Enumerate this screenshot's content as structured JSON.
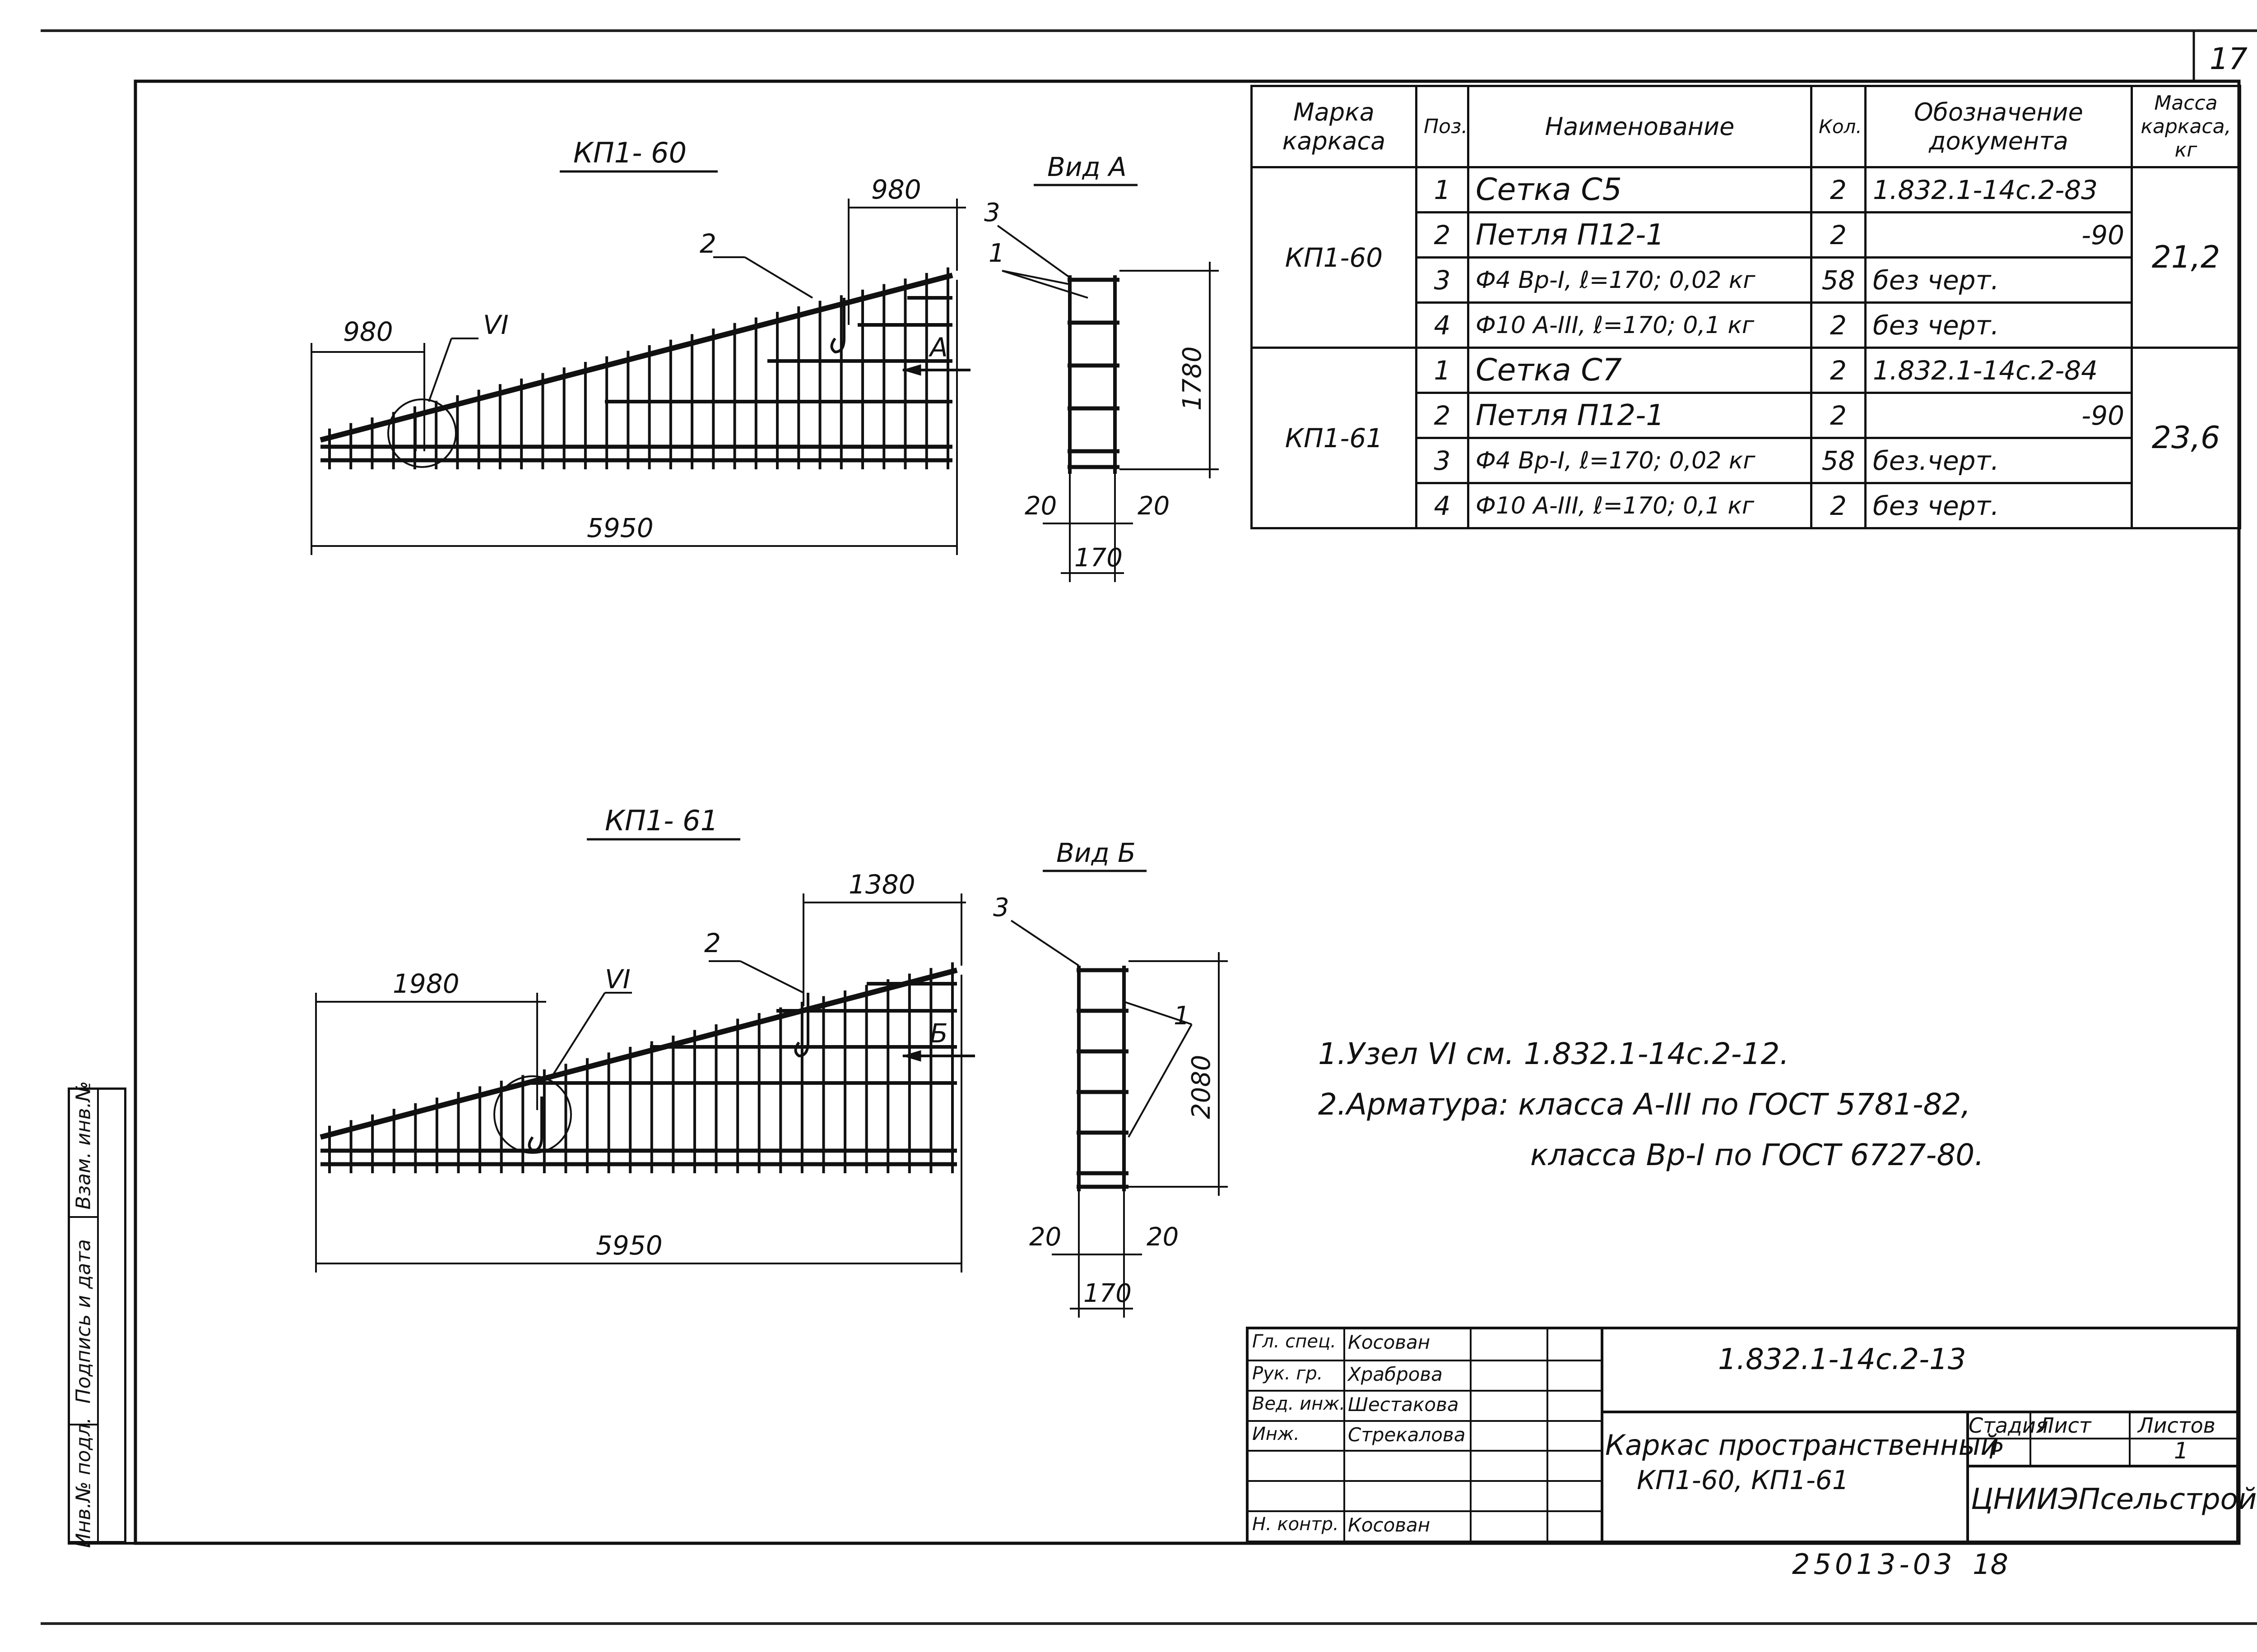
{
  "sheet_number": "17",
  "views": {
    "kp160": {
      "title": "КП1- 60",
      "dim_top": "980",
      "dim_left": "980",
      "dim_length": "5950",
      "node": "VI",
      "pos2": "2",
      "arrow": "А"
    },
    "vidA": {
      "title": "Вид А",
      "pos3": "3",
      "pos1": "1",
      "height": "1780",
      "left_gap": "20",
      "right_gap": "20",
      "width": "170"
    },
    "kp161": {
      "title": "КП1- 61",
      "dim_top": "1380",
      "dim_left": "1980",
      "dim_length": "5950",
      "node": "VI",
      "pos2": "2",
      "arrow": "Б"
    },
    "vidB": {
      "title": "Вид Б",
      "pos3": "3",
      "pos1": "1",
      "height": "2080",
      "left_gap": "20",
      "right_gap": "20",
      "width": "170"
    }
  },
  "spec_table": {
    "headers": [
      "Марка каркаса",
      "Поз.",
      "Наименование",
      "Кол.",
      "Обозначение документа",
      "Масса каркаса, кг"
    ],
    "groups": [
      {
        "mark": "КП1-60",
        "mass": "21,2",
        "rows": [
          {
            "pos": "1",
            "name": "Сетка С5",
            "qty": "2",
            "doc": "1.832.1-14с.2-83"
          },
          {
            "pos": "2",
            "name": "Петля П12-1",
            "qty": "2",
            "doc": "-90"
          },
          {
            "pos": "3",
            "name": "Ф4 Вр-I, ℓ=170; 0,02 кг",
            "qty": "58",
            "doc": "без черт."
          },
          {
            "pos": "4",
            "name": "Ф10 А-III, ℓ=170; 0,1 кг",
            "qty": "2",
            "doc": "без черт."
          }
        ]
      },
      {
        "mark": "КП1-61",
        "mass": "23,6",
        "rows": [
          {
            "pos": "1",
            "name": "Сетка С7",
            "qty": "2",
            "doc": "1.832.1-14с.2-84"
          },
          {
            "pos": "2",
            "name": "Петля П12-1",
            "qty": "2",
            "doc": "-90"
          },
          {
            "pos": "3",
            "name": "Ф4 Вр-I, ℓ=170; 0,02 кг",
            "qty": "58",
            "doc": "без.черт."
          },
          {
            "pos": "4",
            "name": "Ф10 А-III, ℓ=170; 0,1 кг",
            "qty": "2",
            "doc": "без черт."
          }
        ]
      }
    ]
  },
  "notes": {
    "line1": "1.Узел VI см. 1.832.1-14с.2-12.",
    "line2": "2.Арматура: класса А-III по ГОСТ 5781-82,",
    "line3": "класса Вр-I по ГОСТ 6727-80."
  },
  "side_stamp": [
    "Инв.№ подл.",
    "Подпись и дата",
    "Взам. инв.№"
  ],
  "title_block": {
    "roles": [
      "Гл. спец.",
      "Рук. гр.",
      "Вед. инж.",
      "Инж.",
      "",
      "",
      "Н. контр."
    ],
    "names": [
      "Косован",
      "Храброва",
      "Шестакова",
      "Стрекалова",
      "",
      "",
      "Косован"
    ],
    "doc_code": "1.832.1-14с.2-13",
    "description": "Каркас пространственный",
    "marks": "КП1-60, КП1-61",
    "stage_label": "Стадия",
    "sheet_label": "Лист",
    "sheets_label": "Листов",
    "stage": "Р",
    "sheets": "1",
    "org": "ЦНИИЭПсельстрой"
  },
  "bottom_code": "25013-03",
  "bottom_num": "18"
}
